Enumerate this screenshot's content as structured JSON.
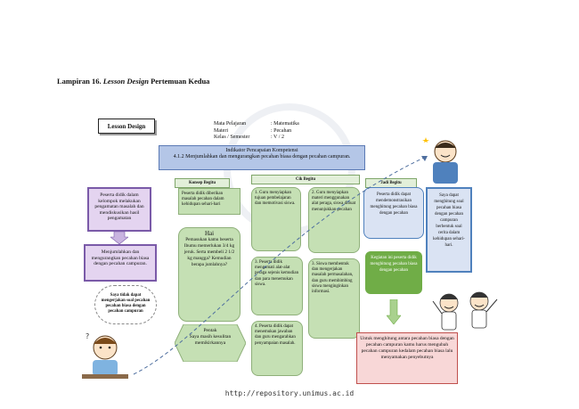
{
  "heading": {
    "prefix": "Lampiran 16.",
    "italic": "Lesson Design",
    "suffix": "Pertemuan Kedua"
  },
  "lesson_design_label": "Lesson Design",
  "meta": [
    {
      "k": "Mata Pelajaran",
      "v": ": Matematika"
    },
    {
      "k": "Materi",
      "v": ": Pecahan"
    },
    {
      "k": "Kelas / Semester",
      "v": ": V / 2"
    }
  ],
  "indikator": {
    "title": "Indikator Pencapaian Kompetensi",
    "text": "4.1.2 Menjumlahkan dan mengurangkan pecahan biasa dengan pecahan campuran."
  },
  "labels": {
    "konsep": "Konsep Begitu",
    "cik": "Cik Begitu",
    "jadi": "Jadi Begitu"
  },
  "left": {
    "box1": "Peserta didik dalam kelompok melakukan pengamatan masalah dan mendiskusikan hasil pengamatan",
    "box2": "Menjumlahkan dan mengurangkan pecahan biasa dengan pecahan campuran.",
    "cloud": "Saya tidak dapat mengerjakan soal pecahan pecahan biasa dengan pecahan campuran"
  },
  "konsep": {
    "box1": "Peserta didik diberikan masalah pecahan dalam kehidupan sehari-hari",
    "hai": "Hai",
    "question": "Pemasukan kamu beserta Ibumu memerlukan 3/4 kg jeruk. Serta membeli 2 1/2 kg mangga? Kemudian berapa jumlahnya?",
    "pentagon_title": "Pentak",
    "pentagon_text": "Saya masih kesulitan memikirkannya"
  },
  "cik": {
    "s1": "1. Guru menyiapkan tujuan pembelajaran dan memotivasi siswa.",
    "s2": "2. Guru menyiapkan materi menggunakan alat peraga, siswa dibuat menunjukkan pecahan",
    "s3": "3. Peserta didik mengamati alat-alat peraga sejenis kemudian dan para menemukan siswa.",
    "s4": "3. Siswa membentuk dan mengerjakan masalah permasalahan, dan guru membimbing siswa menginginkan informasi.",
    "s5": "4. Peserta didik dapat menemukan jawaban dan guru mengarahkan penyampaian masalah."
  },
  "jadi": {
    "box1": "Peserta didik dapat mendemonstrasikan menghitung pecahan biasa dengan pecahan",
    "box2": "Kegiatan ini peserta didik menghitung pecahan biasa dengan pecahan",
    "box3": "Untuk menghitung antara pecahan biasa dengan pecahan campuran kamu harus mengubah pecahan campuran kedalam pecahan biasa lalu menyamakan penyebutnya"
  },
  "right": {
    "box": "Saya dapat menghitung soal pecahan biasa dengan pecahan campuran berbentuk soal cerita dalam kehidupan sehari-hari."
  },
  "footer": "http://repository.unimus.ac.id",
  "colors": {
    "indikator": "#b4c6e7",
    "green_box": "#c5e0b4",
    "purple_border": "#7a5aa8",
    "pink_box": "#f8d7d7"
  }
}
